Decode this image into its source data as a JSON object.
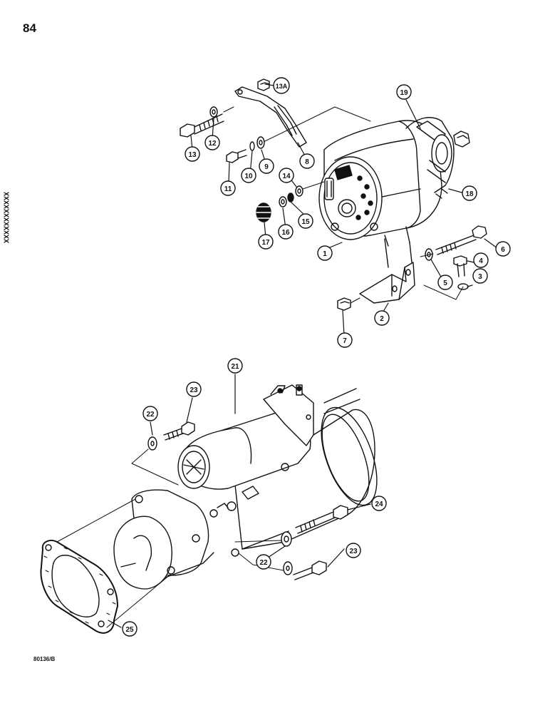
{
  "page": {
    "number": "84",
    "figure_ref": "80136/B"
  },
  "colors": {
    "ink": "#111111",
    "paper": "#ffffff"
  },
  "callouts": [
    "1",
    "2",
    "3",
    "4",
    "5",
    "6",
    "7",
    "8",
    "9",
    "10",
    "11",
    "12",
    "13",
    "13A",
    "14",
    "15",
    "16",
    "17",
    "18",
    "19",
    "21",
    "22",
    "23",
    "22",
    "23",
    "24",
    "25"
  ]
}
